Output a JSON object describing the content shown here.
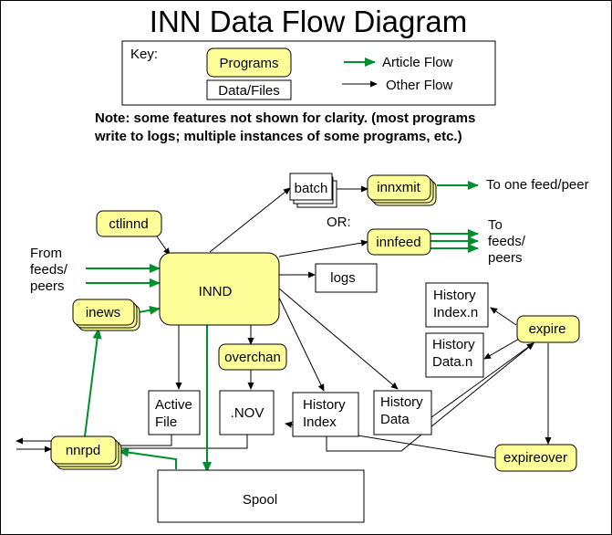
{
  "title": "INN Data Flow Diagram",
  "key": {
    "heading": "Key:",
    "programs": "Programs",
    "data_files": "Data/Files",
    "article_flow": "Article Flow",
    "other_flow": "Other Flow"
  },
  "note": {
    "line1": "Note: some features not shown for clarity. (most programs",
    "line2": "write to logs; multiple instances of some programs, etc.)"
  },
  "colors": {
    "program_fill": "#ffff99",
    "article_flow": "#008f2f",
    "other_flow": "#000000"
  },
  "programs": {
    "innd": "INND",
    "ctlinnd": "ctlinnd",
    "inews": "inews",
    "nnrpd": "nnrpd",
    "innxmit": "innxmit",
    "innfeed": "innfeed",
    "overchan": "overchan",
    "expire": "expire",
    "expireover": "expireover"
  },
  "files": {
    "batch": "batch",
    "logs": "logs",
    "active": [
      "Active",
      "File"
    ],
    "nov": ".NOV",
    "history_index": [
      "History",
      "Index"
    ],
    "history_data": [
      "History",
      "Data"
    ],
    "history_index_n": [
      "History",
      "Index.n"
    ],
    "history_data_n": [
      "History",
      "Data.n"
    ],
    "spool": "Spool"
  },
  "labels": {
    "from_feeds": [
      "From",
      "feeds/",
      "peers"
    ],
    "or": "OR:",
    "to_one_feed": "To one feed/peer",
    "to_feeds": [
      "To",
      "feeds/",
      "peers"
    ]
  }
}
